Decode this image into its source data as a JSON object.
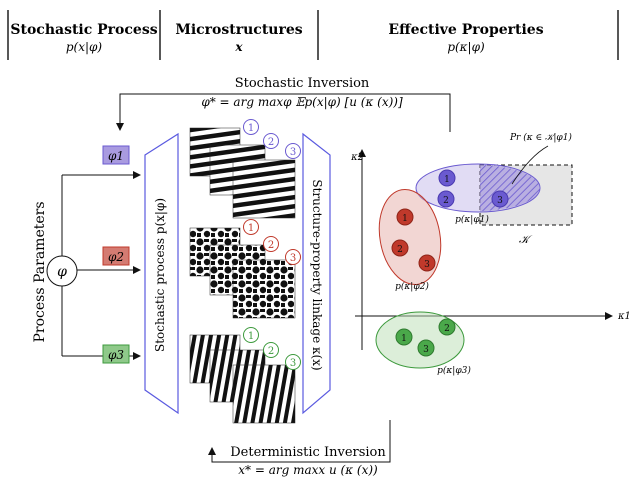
{
  "header": {
    "col1_title": "Stochastic Process",
    "col1_formula": "p(x|φ)",
    "col2_title": "Microstructures",
    "col2_formula": "x",
    "col3_title": "Effective Properties",
    "col3_formula": "p(κ|φ)"
  },
  "top_loop": {
    "title": "Stochastic Inversion",
    "formula": "φ* = arg maxφ 𝔼p(x|φ) [u (κ (x))]"
  },
  "bottom_loop": {
    "title": "Deterministic Inversion",
    "formula": "x* = arg maxx u (κ (x))"
  },
  "process": {
    "axis_label": "Process Parameters",
    "root_symbol": "φ",
    "params": [
      {
        "label": "φ1",
        "color": "#a99be0"
      },
      {
        "label": "φ2",
        "color": "#d47b72"
      },
      {
        "label": "φ3",
        "color": "#8fc98a"
      }
    ]
  },
  "stochastic_box_label": "Stochastic process p(x|φ)",
  "linkage_box_label": "Structure-property linkage κ(x)",
  "micro_numbers": [
    {
      "n": "1",
      "color": "#6a5ad0"
    },
    {
      "n": "2",
      "color": "#6a5ad0"
    },
    {
      "n": "3",
      "color": "#6a5ad0"
    },
    {
      "n": "1",
      "color": "#c0392b"
    },
    {
      "n": "2",
      "color": "#c0392b"
    },
    {
      "n": "3",
      "color": "#c0392b"
    },
    {
      "n": "1",
      "color": "#3d9a3d"
    },
    {
      "n": "2",
      "color": "#3d9a3d"
    },
    {
      "n": "3",
      "color": "#3d9a3d"
    }
  ],
  "property_space": {
    "x_axis_label": "κ1",
    "y_axis_label": "κ2",
    "target_region_label": "𝒦",
    "probability_label": "Pr (κ ∈ 𝒦|φ1)",
    "clusters": [
      {
        "label": "p(κ|φ1)",
        "fill": "#a99be0",
        "stroke": "#6a5ad0",
        "points": [
          "1",
          "2",
          "3"
        ]
      },
      {
        "label": "p(κ|φ2)",
        "fill": "#e3a59e",
        "stroke": "#c0392b",
        "points": [
          "1",
          "2",
          "3"
        ]
      },
      {
        "label": "p(κ|φ3)",
        "fill": "#b9ddb3",
        "stroke": "#3d9a3d",
        "points": [
          "1",
          "2",
          "3"
        ]
      }
    ]
  }
}
